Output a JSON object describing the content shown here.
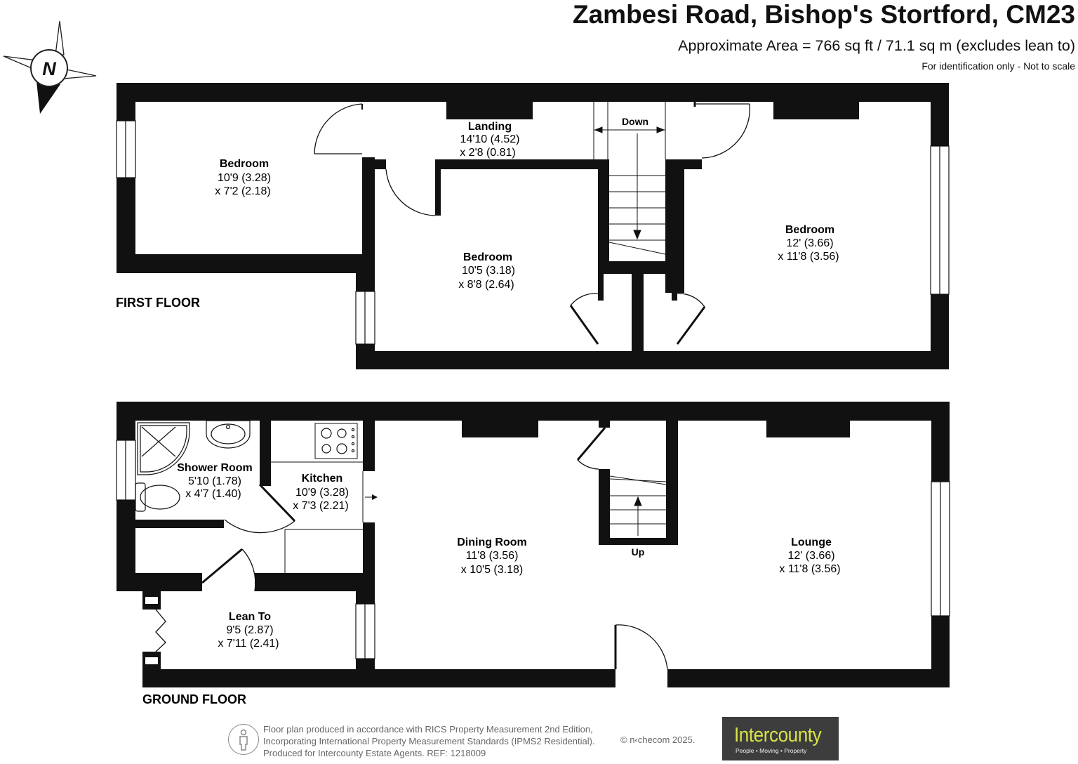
{
  "header": {
    "title": "Zambesi Road, Bishop's Stortford, CM23",
    "area": "Approximate Area = 766 sq ft / 71.1 sq m (excludes lean to)",
    "note": "For identification only - Not to scale"
  },
  "compass": {
    "label": "N"
  },
  "first_floor": {
    "label": "FIRST FLOOR",
    "stairs_label": "Down",
    "rooms": [
      {
        "name": "Bedroom",
        "dim1": "10'9 (3.28)",
        "dim2": "x 7'2 (2.18)"
      },
      {
        "name": "Landing",
        "dim1": "14'10 (4.52)",
        "dim2": "x 2'8 (0.81)"
      },
      {
        "name": "Bedroom",
        "dim1": "10'5 (3.18)",
        "dim2": "x 8'8 (2.64)"
      },
      {
        "name": "Bedroom",
        "dim1": "12' (3.66)",
        "dim2": "x 11'8 (3.56)"
      }
    ]
  },
  "ground_floor": {
    "label": "GROUND FLOOR",
    "stairs_label": "Up",
    "rooms": [
      {
        "name": "Shower Room",
        "dim1": "5'10 (1.78)",
        "dim2": "x 4'7 (1.40)"
      },
      {
        "name": "Kitchen",
        "dim1": "10'9 (3.28)",
        "dim2": "x 7'3 (2.21)"
      },
      {
        "name": "Dining Room",
        "dim1": "11'8 (3.56)",
        "dim2": "x 10'5 (3.18)"
      },
      {
        "name": "Lounge",
        "dim1": "12' (3.66)",
        "dim2": "x 11'8 (3.56)"
      },
      {
        "name": "Lean To",
        "dim1": "9'5 (2.87)",
        "dim2": "x 7'11 (2.41)"
      }
    ]
  },
  "footer": {
    "line1": "Floor plan produced in accordance with RICS Property Measurement 2nd Edition,",
    "line2": "Incorporating International Property Measurement Standards (IPMS2 Residential).",
    "line3": "Produced for Intercounty Estate Agents.   REF:  1218009",
    "credit": "© n‹checom 2025.",
    "logo_name": "Intercounty",
    "logo_tagline": "People  •  Moving  •  Property"
  },
  "colors": {
    "wall": "#111111",
    "logo_bg": "#3d3d3d",
    "logo_text": "#d8e24a"
  }
}
